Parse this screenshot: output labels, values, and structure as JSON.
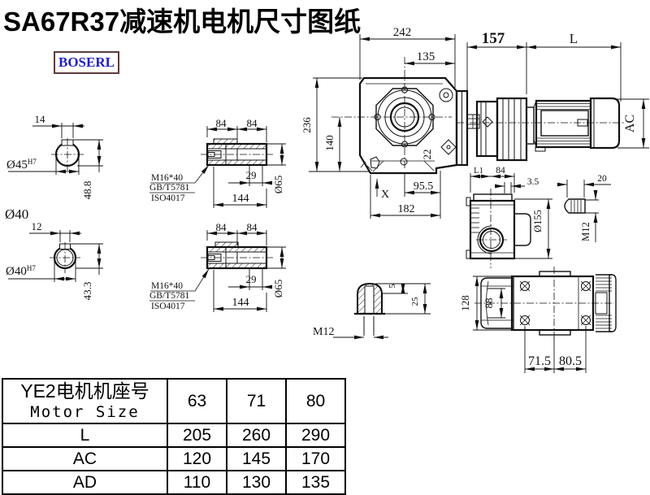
{
  "title": "SA67R37减速机电机尺寸图纸",
  "logo": {
    "text": "BOSERL"
  },
  "labels": {
    "sec1_width": "14",
    "sec1_dia": "Ø45",
    "sec1_dia_sup": "H7",
    "sec1_depth": "48.8",
    "sec1_shaft": "Ø40",
    "sec2_width": "12",
    "sec2_dia": "Ø40",
    "sec2_dia_sup": "H7",
    "sec2_depth": "43.3",
    "hs1_len_a": "84",
    "hs1_len_b": "84",
    "hs1_bore_len": "29",
    "hs1_total": "144",
    "hs1_dia": "Ø65",
    "hs1_bolt": "M16*40",
    "hs1_std": "GB/T5781",
    "hs1_iso": "ISO4017",
    "hs2_len_a": "84",
    "hs2_len_b": "84",
    "hs2_bore_len": "29",
    "hs2_total": "144",
    "hs2_dia": "Ø65",
    "hs2_bolt": "M16*40",
    "hs2_std": "GB/T5781",
    "hs2_iso": "ISO4017",
    "fv_width": "242",
    "fv_center": "135",
    "fv_motor1": "157",
    "fv_motorL": "L",
    "fv_height": "236",
    "fv_axis": "140",
    "fv_22": "22",
    "fv_955": "95.5",
    "fv_182": "182",
    "fv_x": "X",
    "fv_ac": "AC",
    "sv_l1": "L1",
    "sv_84": "84",
    "sv_35": "3.5",
    "sv_20": "20",
    "sv_d155": "Ø155",
    "sv_m12": "M12",
    "br_m12": "M12",
    "br_5": "5",
    "br_25": "25",
    "tv_128": "128",
    "tv_88": "88",
    "tv_715": "71.5",
    "tv_805": "80.5"
  },
  "table": {
    "header_line1": "YE2电机机座号",
    "header_line2": "Motor Size",
    "sizes": [
      "63",
      "71",
      "80"
    ],
    "rows": [
      {
        "label": "L",
        "values": [
          "205",
          "260",
          "290"
        ]
      },
      {
        "label": "AC",
        "values": [
          "120",
          "145",
          "170"
        ]
      },
      {
        "label": "AD",
        "values": [
          "110",
          "130",
          "135"
        ]
      }
    ]
  }
}
